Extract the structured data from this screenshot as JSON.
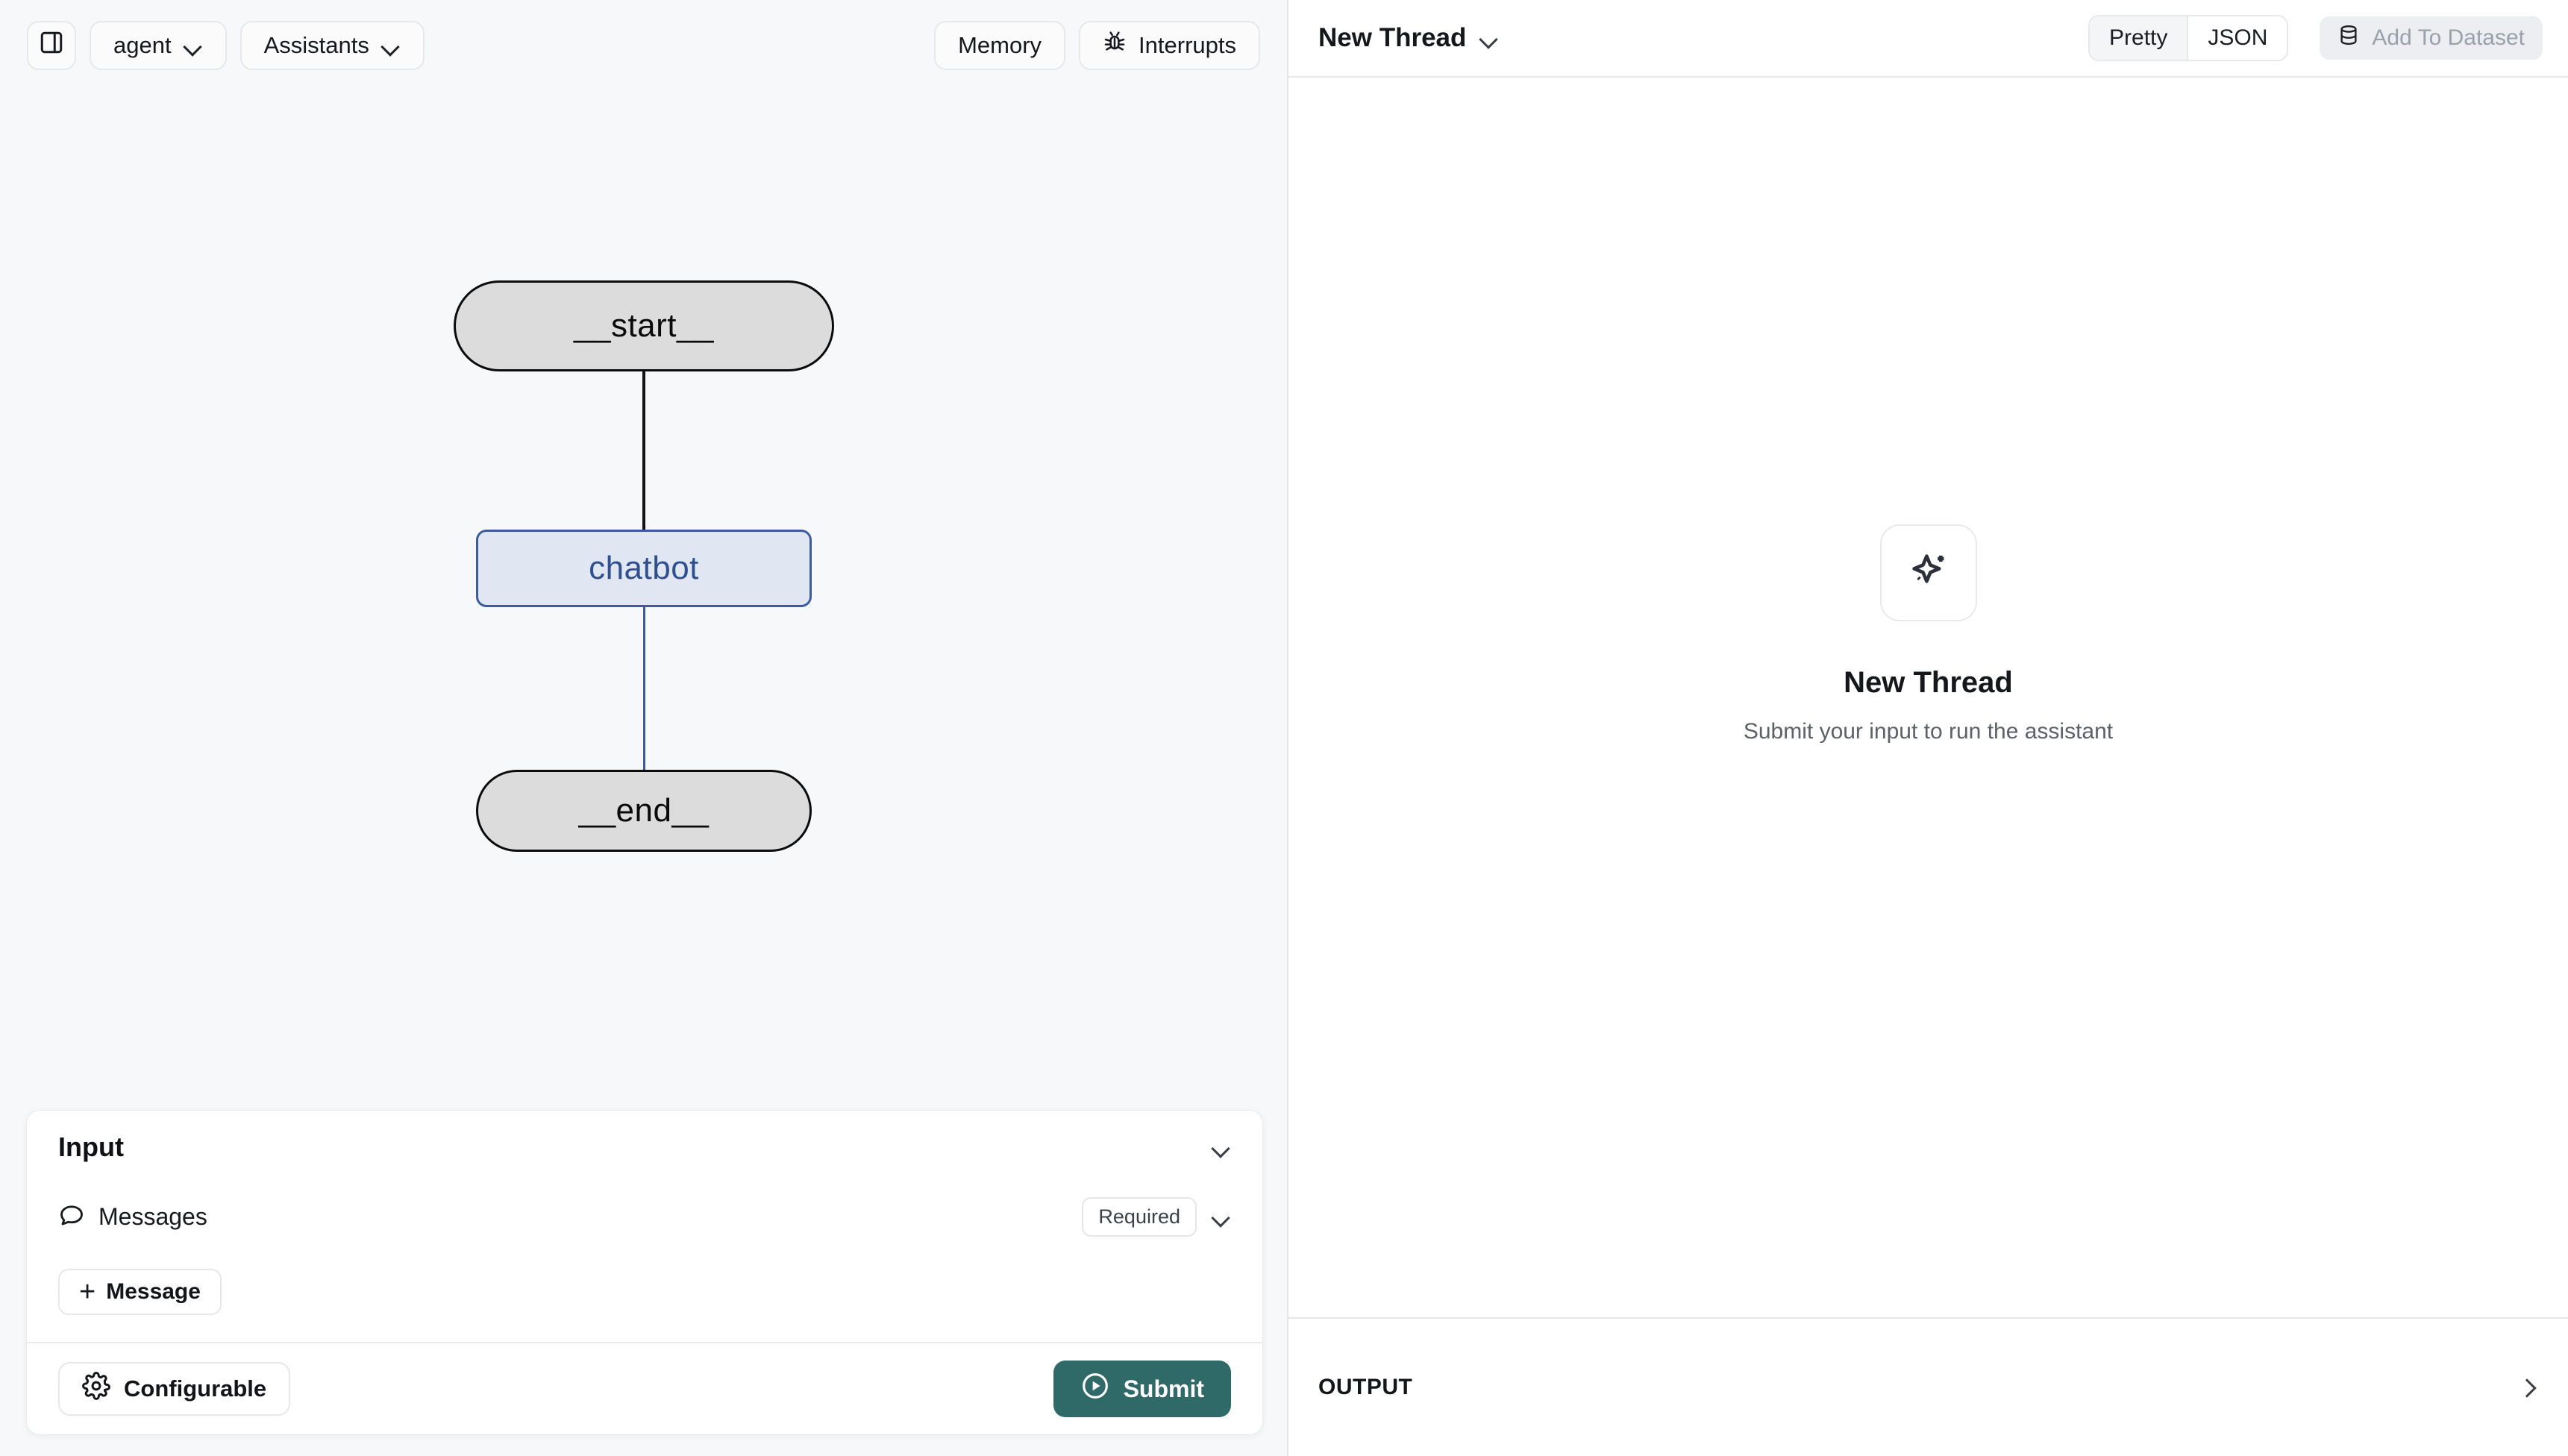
{
  "left_toolbar": {
    "sidebar_toggle_icon": "panel-toggle-icon",
    "graph_select": {
      "label": "agent",
      "chevron_icon": "chevron-down-icon"
    },
    "assistants_select": {
      "label": "Assistants",
      "chevron_icon": "chevron-down-icon"
    },
    "memory_button": {
      "label": "Memory"
    },
    "interrupts_button": {
      "label": "Interrupts",
      "icon": "bug-icon"
    }
  },
  "graph": {
    "type": "flowchart",
    "nodes": [
      {
        "id": "__start__",
        "label": "__start__",
        "shape": "pill",
        "state": "terminal"
      },
      {
        "id": "chatbot",
        "label": "chatbot",
        "shape": "rounded-rect",
        "state": "active"
      },
      {
        "id": "__end__",
        "label": "__end__",
        "shape": "pill",
        "state": "terminal"
      }
    ],
    "edges": [
      {
        "from": "__start__",
        "to": "chatbot",
        "color": "#111111"
      },
      {
        "from": "chatbot",
        "to": "__end__",
        "color": "#3b5c9e"
      }
    ],
    "colors": {
      "terminal_fill": "#dcdcdc",
      "terminal_stroke": "#0c0c0c",
      "active_fill": "#e1e7f2",
      "active_stroke": "#3b5c9e",
      "active_text": "#2e5090"
    }
  },
  "input_panel": {
    "title": "Input",
    "collapse_icon": "chevron-down-icon",
    "messages_section": {
      "icon": "chat-bubble-icon",
      "label": "Messages",
      "badge": "Required",
      "collapse_icon": "chevron-down-icon"
    },
    "add_message_button": {
      "plus": "+",
      "label": "Message"
    },
    "configurable_button": {
      "label": "Configurable",
      "icon": "gear-icon"
    },
    "submit_button": {
      "label": "Submit",
      "icon": "play-circle-icon",
      "color": "#2f6a68"
    }
  },
  "right_panel": {
    "thread_title": "New Thread",
    "thread_chevron_icon": "chevron-down-icon",
    "view_modes": [
      {
        "label": "Pretty",
        "active": true
      },
      {
        "label": "JSON",
        "active": false
      }
    ],
    "add_to_dataset": {
      "label": "Add To Dataset",
      "icon": "database-icon",
      "disabled": true
    },
    "empty_state": {
      "icon": "sparkles-icon",
      "title": "New Thread",
      "subtitle": "Submit your input to run the assistant"
    },
    "output_bar": {
      "label": "OUTPUT",
      "expand_icon": "chevron-right-icon"
    }
  }
}
